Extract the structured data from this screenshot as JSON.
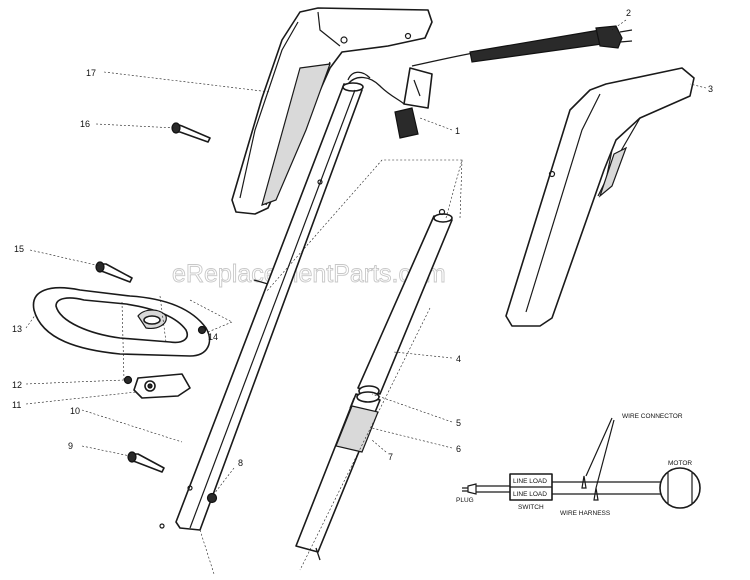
{
  "watermark": "eReplacementParts.com",
  "callouts": [
    "1",
    "2",
    "3",
    "4",
    "5",
    "6",
    "7",
    "8",
    "9",
    "10",
    "11",
    "12",
    "13",
    "14",
    "15",
    "16",
    "17"
  ],
  "schematic": {
    "plug": "PLUG",
    "switch_top": "LINE LOAD",
    "switch_bottom": "LINE LOAD",
    "switch_label": "SWITCH",
    "wire_harness": "WIRE HARNESS",
    "wire_connector": "WIRE CONNECTOR",
    "motor": "MOTOR"
  }
}
